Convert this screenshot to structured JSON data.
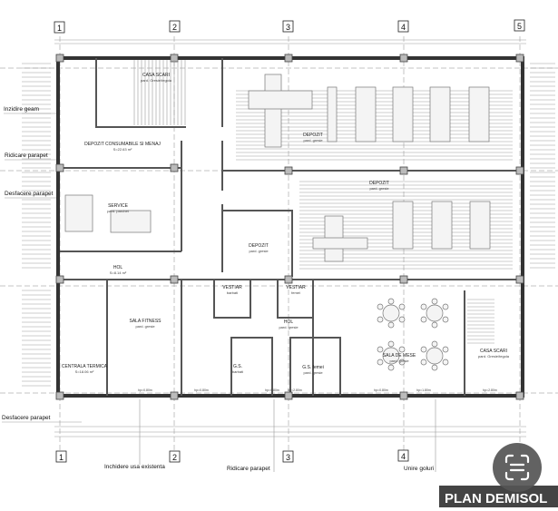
{
  "title": "PLAN DEMISOL",
  "grid_axes": [
    "1",
    "2",
    "3",
    "4",
    "5"
  ],
  "annotations": {
    "left": [
      "Inzidire geam",
      "Ridicare parapet",
      "Desfacere parapet",
      "Desfacere parapet"
    ],
    "bottom": [
      "Inchidere usa existenta",
      "Ridicare parapet",
      "Unire goluri"
    ]
  },
  "rooms": [
    {
      "name": "CASA SCARI",
      "sub": "pard. Gresie/tegola"
    },
    {
      "name": "DEPOZIT CONSUMABILE SI MENAJ",
      "sub": "S=22.63 m²"
    },
    {
      "name": "SERVICE",
      "sub": "pard. parchet"
    },
    {
      "name": "DEPOZIT",
      "sub": "pard. gresie"
    },
    {
      "name": "DEPOZIT",
      "sub": "pard. gresie"
    },
    {
      "name": "DEPOZIT",
      "sub": "pard. gresie"
    },
    {
      "name": "HOL",
      "sub": "S=8.14 m²"
    },
    {
      "name": "CENTRALA TERMICA",
      "sub": "S=18.06 m²"
    },
    {
      "name": "SALA FITNESS",
      "sub": "pard. gresie"
    },
    {
      "name": "VESTIAR",
      "sub": "barbati"
    },
    {
      "name": "VESTIAR",
      "sub": "femei"
    },
    {
      "name": "HOL",
      "sub": "pard. gresie"
    },
    {
      "name": "G.S.",
      "sub": "barbati"
    },
    {
      "name": "G.S. femei",
      "sub": "pard. gresie"
    },
    {
      "name": "SALA DE MESE",
      "sub": "pard. gresie"
    },
    {
      "name": "CASA SCARI",
      "sub": "pard. Gresie/tegola"
    }
  ],
  "window_labels": [
    "hp=0.80m",
    "hp=0.80m",
    "hp=0.80m",
    "hp=2.80m",
    "hp=0.80m",
    "hp=1.80m",
    "hp=2.80m"
  ],
  "scan_button_icon": "text-scan-icon"
}
